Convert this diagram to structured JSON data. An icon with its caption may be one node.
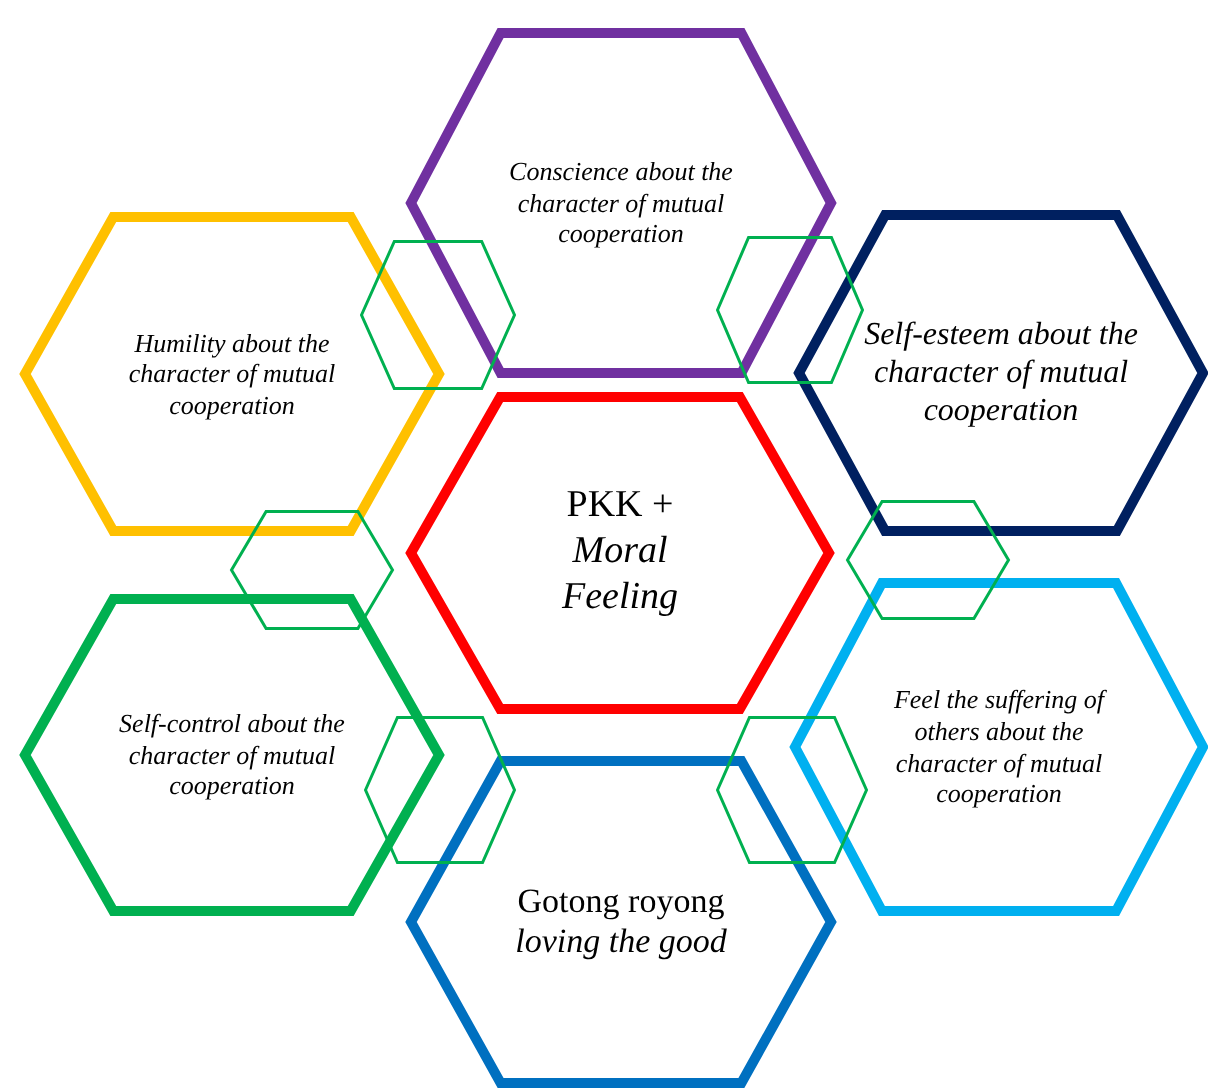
{
  "diagram": {
    "nodes": [
      {
        "text": [
          "Conscience about the character of mutual cooperation"
        ]
      },
      {
        "text": [
          "Humility about the character of mutual cooperation"
        ]
      },
      {
        "text": [
          "Self-esteem about the character of mutual cooperation"
        ]
      },
      {
        "text": [
          "PKK + *Moral Feeling*"
        ]
      },
      {
        "text": [
          "Self-control about the character of mutual cooperation"
        ]
      },
      {
        "text": [
          "Feel the suffering of others about the character of mutual cooperation"
        ]
      },
      {
        "text": [
          "Gotong royong *loving the good*"
        ]
      },
      {
        "text": [],
        "shape": "hexagon"
      },
      {
        "text": [],
        "shape": "hexagon"
      },
      {
        "text": [],
        "shape": "hexagon"
      },
      {
        "text": [],
        "shape": "hexagon"
      },
      {
        "text": [],
        "shape": "hexagon"
      },
      {
        "text": [],
        "shape": "hexagon"
      }
    ]
  }
}
